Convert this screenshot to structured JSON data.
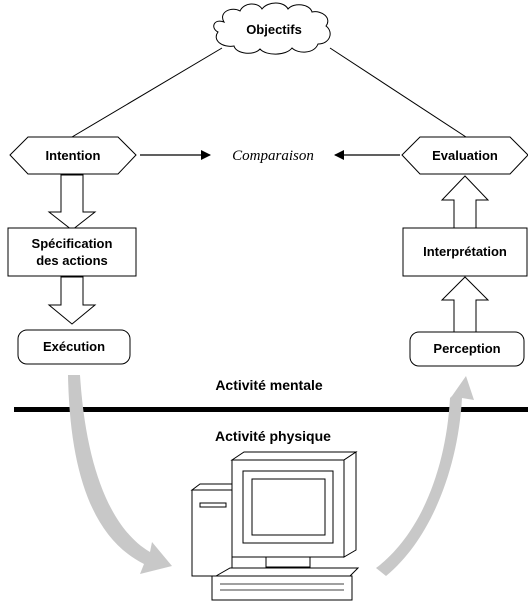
{
  "nodes": {
    "objectifs": "Objectifs",
    "intention": "Intention",
    "comparaison": "Comparaison",
    "evaluation": "Evaluation",
    "specification_line1": "Spécification",
    "specification_line2": "des actions",
    "interpretation": "Interprétation",
    "execution": "Exécution",
    "perception": "Perception"
  },
  "sections": {
    "mental": "Activité mentale",
    "physical": "Activité physique"
  },
  "colors": {
    "stroke": "#000000",
    "curved_arrow": "#c8c8c8",
    "divider": "#000000"
  }
}
